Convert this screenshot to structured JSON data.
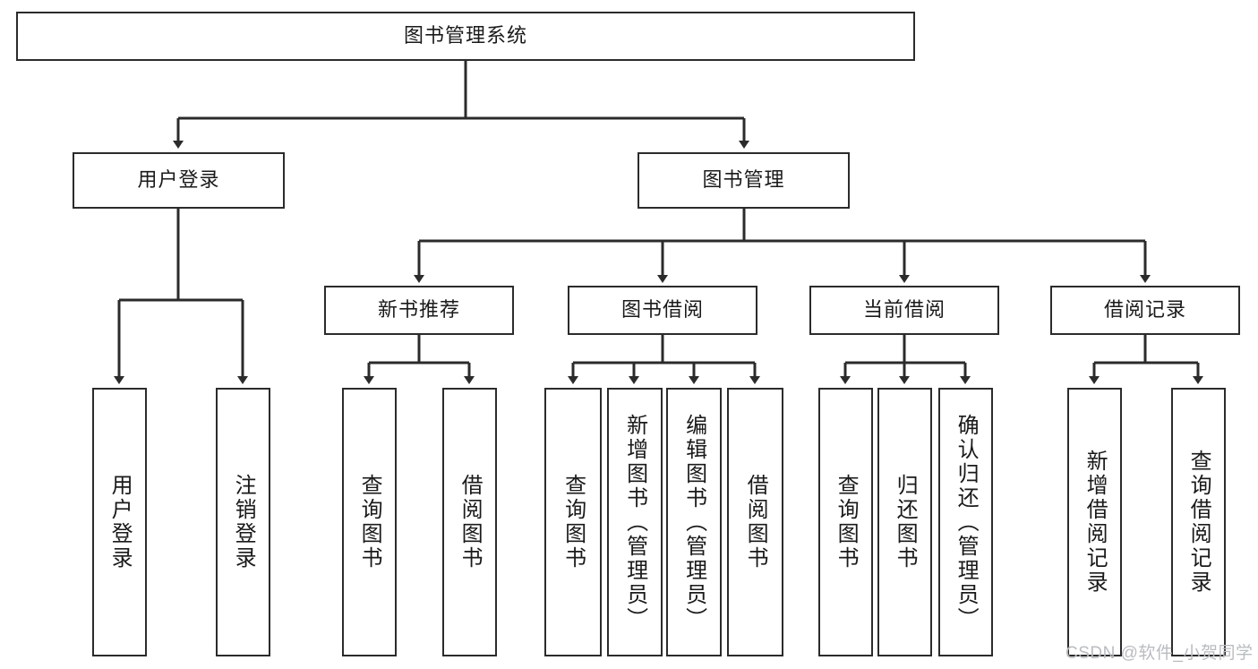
{
  "diagram": {
    "title": "图书管理系统",
    "type": "tree",
    "root": {
      "id": "root",
      "label": "图书管理系统"
    },
    "level2": [
      {
        "id": "user-login",
        "label": "用户登录"
      },
      {
        "id": "book-manage",
        "label": "图书管理"
      }
    ],
    "level3": [
      {
        "id": "new-book-rec",
        "label": "新书推荐"
      },
      {
        "id": "book-borrow",
        "label": "图书借阅"
      },
      {
        "id": "current-borrow",
        "label": "当前借阅"
      },
      {
        "id": "borrow-record",
        "label": "借阅记录"
      }
    ],
    "leaves": {
      "user_login": [
        {
          "id": "leaf-user-login",
          "label": "用户登录"
        },
        {
          "id": "leaf-logout",
          "label": "注销登录"
        }
      ],
      "new_book_rec": [
        {
          "id": "leaf-query-book-1",
          "label": "查询图书"
        },
        {
          "id": "leaf-borrow-book-1",
          "label": "借阅图书"
        }
      ],
      "book_borrow": [
        {
          "id": "leaf-query-book-2",
          "label": "查询图书"
        },
        {
          "id": "leaf-add-book",
          "label": "新增图书（管理员）"
        },
        {
          "id": "leaf-edit-book",
          "label": "编辑图书（管理员）"
        },
        {
          "id": "leaf-borrow-book-2",
          "label": "借阅图书"
        }
      ],
      "current_borrow": [
        {
          "id": "leaf-query-book-3",
          "label": "查询图书"
        },
        {
          "id": "leaf-return-book",
          "label": "归还图书"
        },
        {
          "id": "leaf-confirm-return",
          "label": "确认归还（管理员）"
        }
      ],
      "borrow_record": [
        {
          "id": "leaf-add-record",
          "label": "新增借阅记录"
        },
        {
          "id": "leaf-query-record",
          "label": "查询借阅记录"
        }
      ]
    }
  },
  "watermark": {
    "text": "CSDN @软件_小贺同学"
  },
  "colors": {
    "box_border": "#2b2b2b",
    "box_fill": "#ffffff",
    "text": "#1a1a1a",
    "edge": "#2b2b2b",
    "watermark": "#b9bcc0",
    "background": "#ffffff"
  }
}
